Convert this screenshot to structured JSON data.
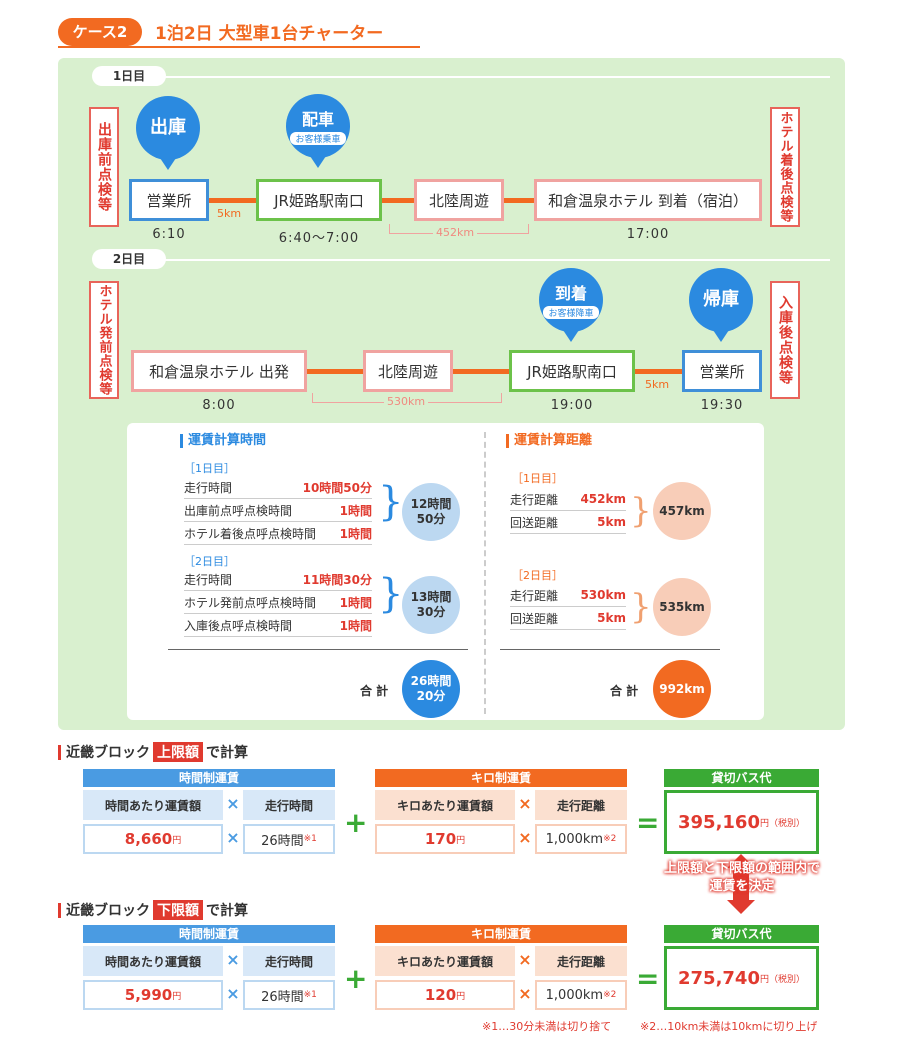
{
  "header": {
    "case": "ケース2",
    "title": "1泊2日 大型車1台チャーター"
  },
  "day1": {
    "label": "1日目",
    "left_note": "出庫前点検等",
    "right_note": "ホテル着後点検等",
    "bubble1": "出庫",
    "bubble2_main": "配車",
    "bubble2_sub": "お客様乗車",
    "stops": [
      "営業所",
      "JR姫路駅南口",
      "北陸周遊",
      "和倉温泉ホテル 到着（宿泊）"
    ],
    "km1": "5km",
    "km2": "452km",
    "times": [
      "6:10",
      "6:40〜7:00",
      "17:00"
    ]
  },
  "day2": {
    "label": "2日目",
    "left_note": "ホテル発前点検等",
    "right_note": "入庫後点検等",
    "bubble1_main": "到着",
    "bubble1_sub": "お客様降車",
    "bubble2": "帰庫",
    "stops": [
      "和倉温泉ホテル 出発",
      "北陸周遊",
      "JR姫路駅南口",
      "営業所"
    ],
    "km1": "530km",
    "km2": "5km",
    "times": [
      "8:00",
      "19:00",
      "19:30"
    ]
  },
  "time_calc": {
    "heading": "運賃計算時間",
    "d1": "［1日目］",
    "d1_rows": [
      {
        "k": "走行時間",
        "v": "10時間50分"
      },
      {
        "k": "出庫前点呼点検時間",
        "v": "1時間"
      },
      {
        "k": "ホテル着後点呼点検時間",
        "v": "1時間"
      }
    ],
    "d1_sum": [
      "12時間",
      "50分"
    ],
    "d2": "［2日目］",
    "d2_rows": [
      {
        "k": "走行時間",
        "v": "11時間30分"
      },
      {
        "k": "ホテル発前点呼点検時間",
        "v": "1時間"
      },
      {
        "k": "入庫後点呼点検時間",
        "v": "1時間"
      }
    ],
    "d2_sum": [
      "13時間",
      "30分"
    ],
    "total_label": "合 計",
    "total": [
      "26時間",
      "20分"
    ]
  },
  "dist_calc": {
    "heading": "運賃計算距離",
    "d1": "［1日目］",
    "d1_rows": [
      {
        "k": "走行距離",
        "v": "452km"
      },
      {
        "k": "回送距離",
        "v": "5km"
      }
    ],
    "d1_sum": "457km",
    "d2": "［2日目］",
    "d2_rows": [
      {
        "k": "走行距離",
        "v": "530km"
      },
      {
        "k": "回送距離",
        "v": "5km"
      }
    ],
    "d2_sum": "535km",
    "total_label": "合 計",
    "total": "992km"
  },
  "calc_upper": {
    "pre": "近畿ブロック",
    "tag": "上限額",
    "post": "で計算",
    "time_hdr": "時間制運賃",
    "rate_lbl": "時間あたり運賃額",
    "run_lbl": "走行時間",
    "rate": "8,660",
    "yen": "円",
    "hours": "26時間",
    "note1": "※1",
    "km_hdr": "キロ制運賃",
    "km_rate_lbl": "キロあたり運賃額",
    "km_run_lbl": "走行距離",
    "km_rate": "170",
    "km": "1,000km",
    "note2": "※2",
    "res_hdr": "貸切バス代",
    "res": "395,160",
    "res_unit": "円（税別）"
  },
  "calc_lower": {
    "pre": "近畿ブロック",
    "tag": "下限額",
    "post": "で計算",
    "time_hdr": "時間制運賃",
    "rate_lbl": "時間あたり運賃額",
    "run_lbl": "走行時間",
    "rate": "5,990",
    "yen": "円",
    "hours": "26時間",
    "note1": "※1",
    "km_hdr": "キロ制運賃",
    "km_rate_lbl": "キロあたり運賃額",
    "km_run_lbl": "走行距離",
    "km_rate": "120",
    "km": "1,000km",
    "note2": "※2",
    "res_hdr": "貸切バス代",
    "res": "275,740",
    "res_unit": "円（税別）"
  },
  "decide": [
    "上限額と下限額の範囲内で",
    "運賃を決定"
  ],
  "ops": {
    "x": "×",
    "plus": "+",
    "eq": "="
  },
  "footnotes": {
    "n1": "※1…30分未満は切り捨て",
    "n2": "※2…10km未満は10kmに切り上げ"
  }
}
